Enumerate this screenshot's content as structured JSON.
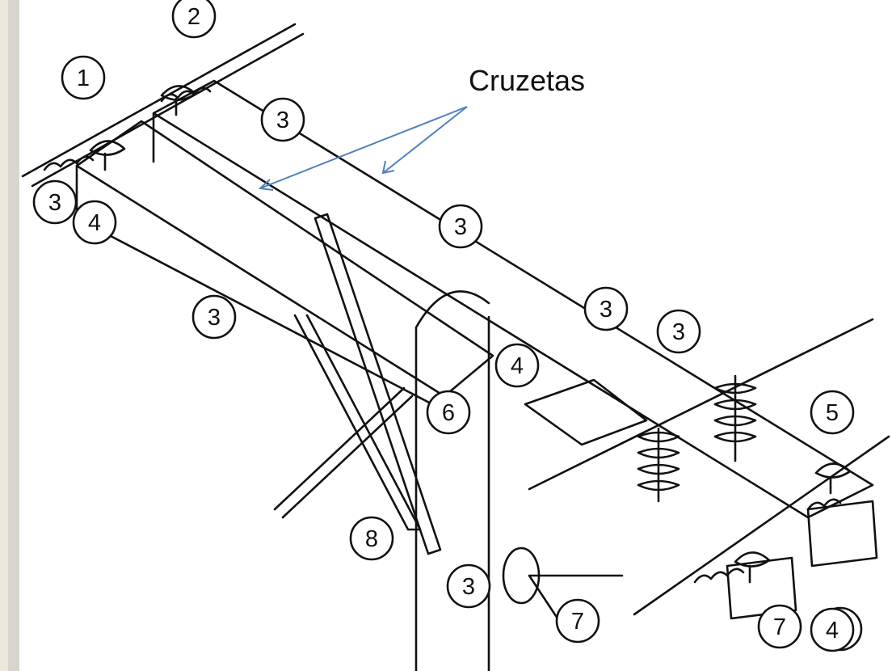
{
  "annotation": {
    "label": "Cruzetas",
    "arrow_color": "#4f81bd"
  },
  "callouts": [
    "1",
    "2",
    "3",
    "3",
    "3",
    "4",
    "3",
    "3",
    "4",
    "3",
    "6",
    "5",
    "8",
    "3",
    "7",
    "4",
    "7",
    "4"
  ],
  "colors": {
    "background": "#ece9dc",
    "paper": "#ffffff",
    "ink": "#111111"
  }
}
